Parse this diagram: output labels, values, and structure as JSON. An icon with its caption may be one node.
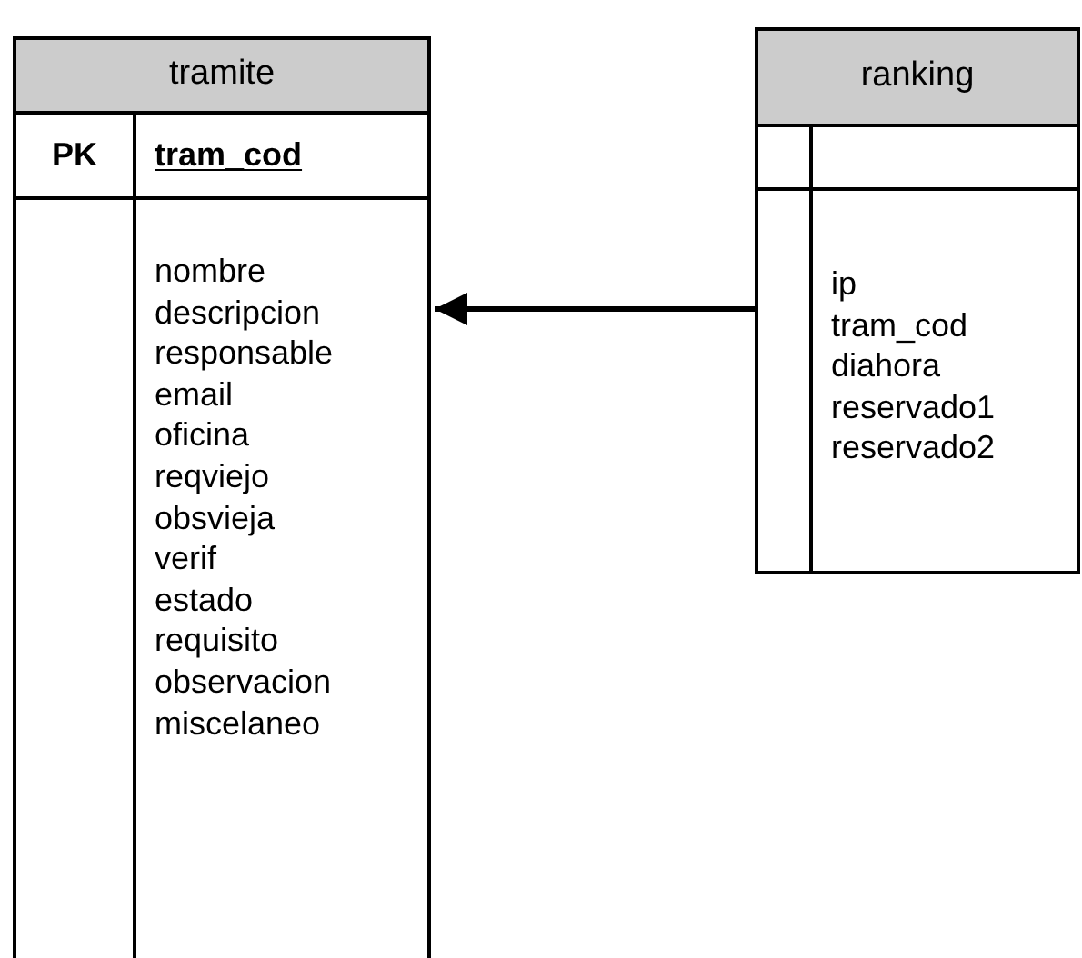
{
  "diagram": {
    "nodes": [
      {
        "text": [
          "tramite"
        ]
      },
      {
        "text": [
          "PK",
          "tram_cod"
        ],
        "in": 0
      },
      {
        "text": [
          "nombre",
          "descripcion",
          "responsable",
          "email",
          "oficina",
          "reqviejo",
          "obsvieja",
          "verif",
          "estado",
          "requisito",
          "observacion",
          "miscelaneo"
        ],
        "in": 0
      },
      {
        "text": [
          "ranking"
        ]
      },
      {
        "text": [],
        "shape": "box",
        "in": 3
      },
      {
        "text": [
          "ip",
          "tram_cod",
          "diahora",
          "reservado1",
          "reservado2"
        ],
        "in": 3
      }
    ],
    "edges": [
      {
        "from": 5,
        "to": 2,
        "arrow": "to"
      }
    ]
  }
}
